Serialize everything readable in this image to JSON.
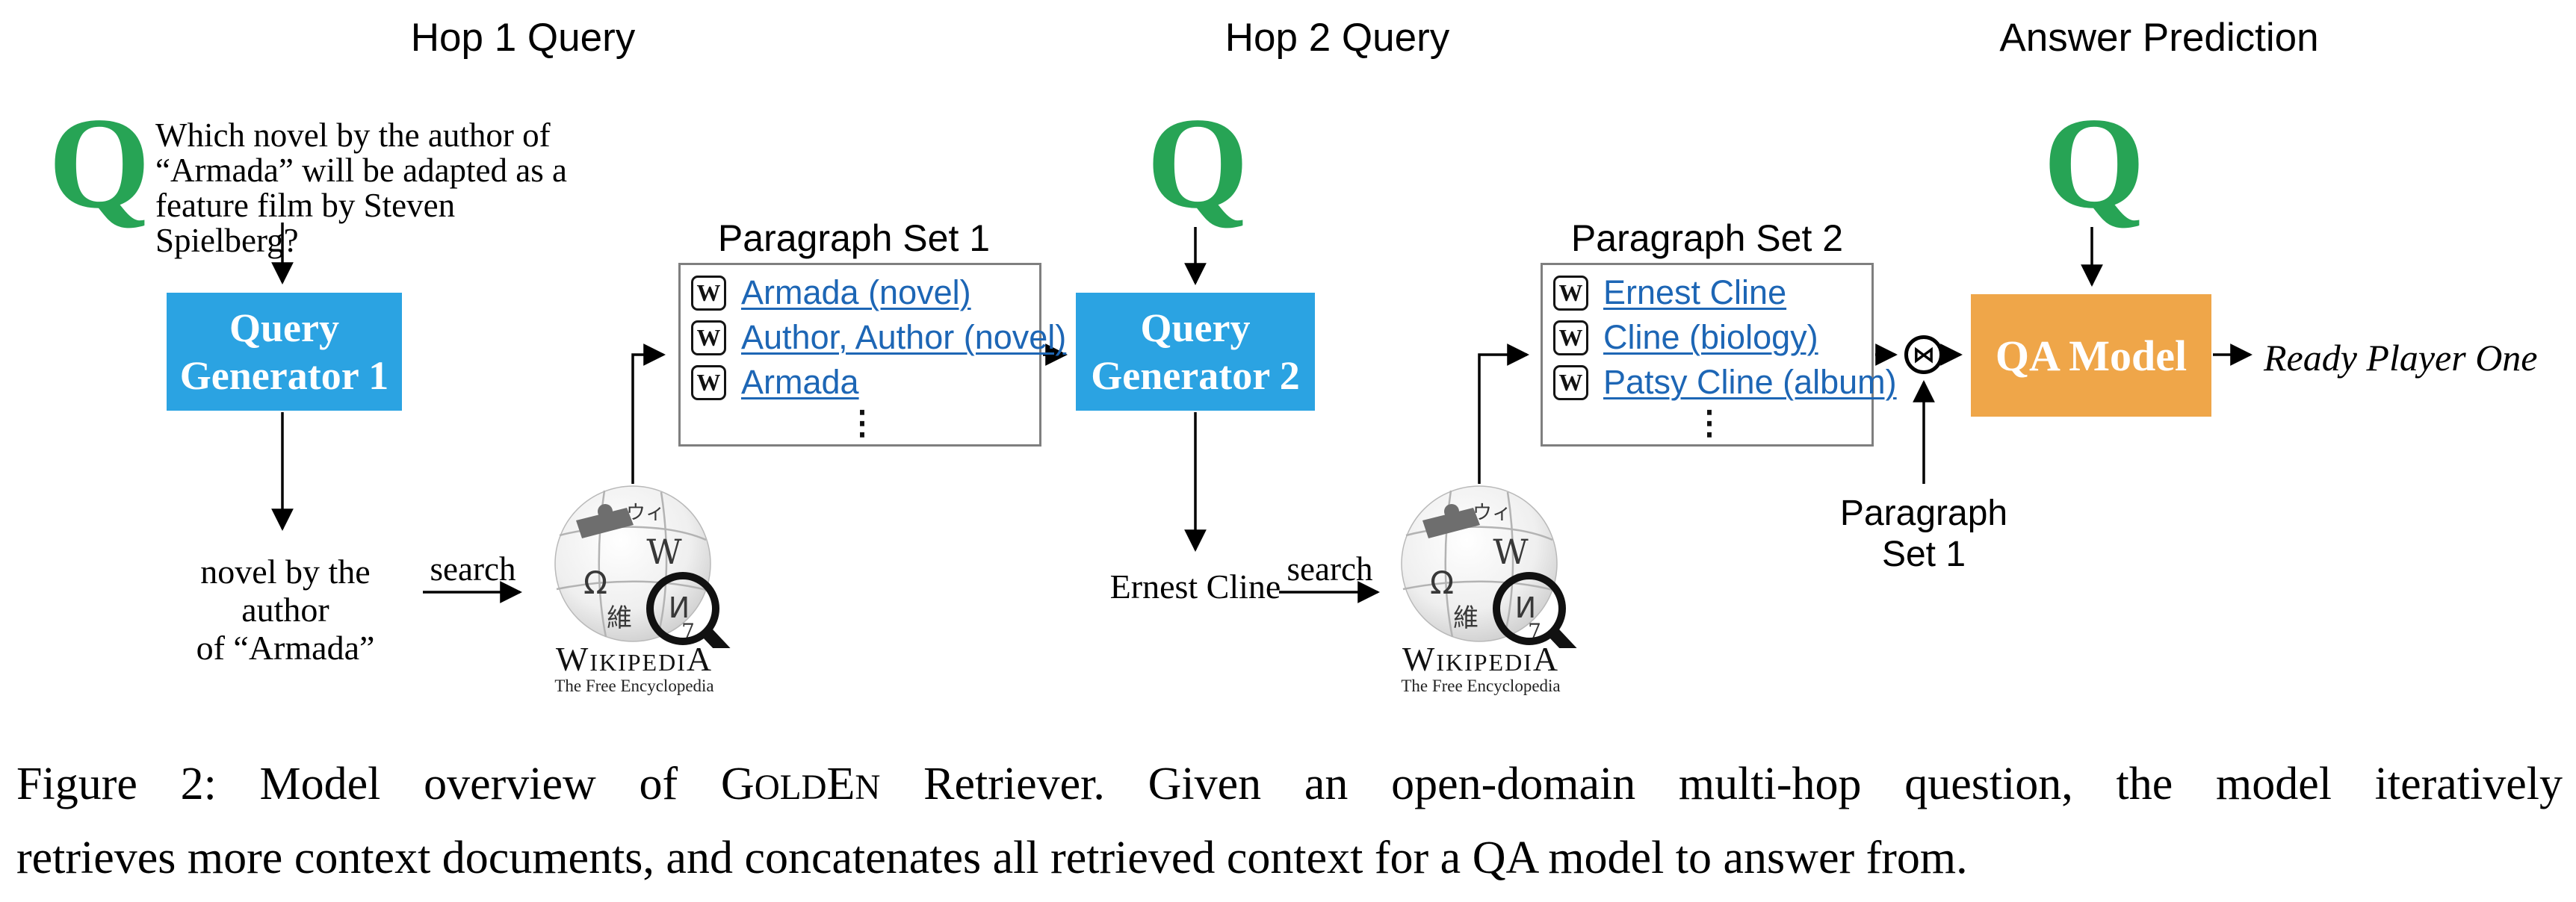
{
  "figure": {
    "headers": {
      "hop1": "Hop 1 Query",
      "hop2": "Hop 2 Query",
      "answer_prediction": "Answer Prediction"
    },
    "q_symbol": "Q",
    "question": {
      "line1": "Which novel by the author of",
      "line2": "“Armada” will be adapted as a",
      "line3": "feature film by Steven Spielberg?"
    },
    "query_generator_1": {
      "line1": "Query",
      "line2": "Generator 1"
    },
    "query_generator_2": {
      "line1": "Query",
      "line2": "Generator 2"
    },
    "qa_model_label": "QA Model",
    "hop1_query": {
      "line1": "novel by the author",
      "line2": "of “Armada”"
    },
    "hop2_query": "Ernest Cline",
    "search_label": "search",
    "paragraph_set_1": {
      "title": "Paragraph Set 1",
      "items": [
        "Armada (novel)",
        "Author, Author (novel)",
        "Armada"
      ],
      "ellipsis": "⋮"
    },
    "paragraph_set_2": {
      "title": "Paragraph Set 2",
      "items": [
        "Ernest Cline",
        "Cline (biology)",
        "Patsy Cline (album)"
      ],
      "ellipsis": "⋮"
    },
    "concat": {
      "symbol": "⋈",
      "label_line1": "Paragraph",
      "label_line2": "Set 1"
    },
    "answer": "Ready Player One",
    "wikipedia": {
      "wordmark": "WikipediA",
      "tagline": "The Free Encyclopedia",
      "icon_letter": "W",
      "glyphs": {
        "w": "W",
        "omega": "Ω",
        "cjk": "維",
        "katakana": "ウィ",
        "cyrillic": "И",
        "seven": "7"
      }
    }
  },
  "caption": {
    "line1": {
      "part1": "Figure 2: Model overview of G",
      "smallcaps1": "OLD",
      "part2": "E",
      "smallcaps2": "N",
      "part3": " Retriever. Given an open-domain multi-hop question, the model iteratively"
    },
    "line2": "retrieves more context documents, and concatenates all retrieved context for a QA model to answer from."
  },
  "colors": {
    "box_blue": "#2BA3E2",
    "box_orange": "#EFA649",
    "q_green": "#27A455",
    "link_blue": "#1D66B5"
  }
}
